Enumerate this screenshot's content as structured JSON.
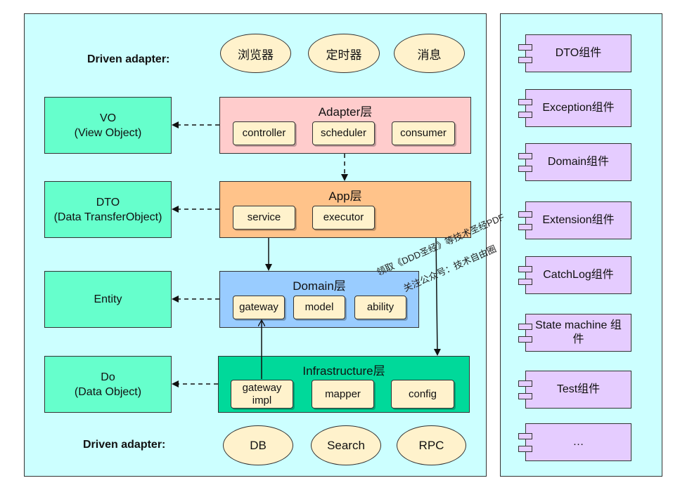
{
  "driven_top_label": "Driven adapter:",
  "driven_bottom_label": "Driven adapter:",
  "top_adapters": [
    "浏览器",
    "定时器",
    "消息"
  ],
  "bottom_adapters": [
    "DB",
    "Search",
    "RPC"
  ],
  "objects": {
    "vo": [
      "VO",
      "(View Object)"
    ],
    "dto": [
      "DTO",
      "(Data TransferObject)"
    ],
    "entity": [
      "Entity"
    ],
    "do": [
      "Do",
      "(Data Object)"
    ]
  },
  "layers": {
    "adapter": {
      "title": "Adapter层",
      "items": [
        "controller",
        "scheduler",
        "consumer"
      ],
      "color": "#ffcccc"
    },
    "app": {
      "title": "App层",
      "items": [
        "service",
        "executor"
      ],
      "color": "#ffc38a"
    },
    "domain": {
      "title": "Domain层",
      "items": [
        "gateway",
        "model",
        "ability"
      ],
      "color": "#99ccff"
    },
    "infrastructure": {
      "title": "Infrastructure层",
      "items": [
        "gateway impl",
        "mapper",
        "config"
      ],
      "color": "#00d99a"
    }
  },
  "components": [
    "DTO组件",
    "Exception组件",
    "Domain组件",
    "Extension组件",
    "CatchLog组件",
    "State machine 组件",
    "Test组件",
    "…"
  ],
  "watermark": [
    "领取《DDD圣经》等技术圣经PDF",
    "关注公众号：技术自由圈"
  ]
}
